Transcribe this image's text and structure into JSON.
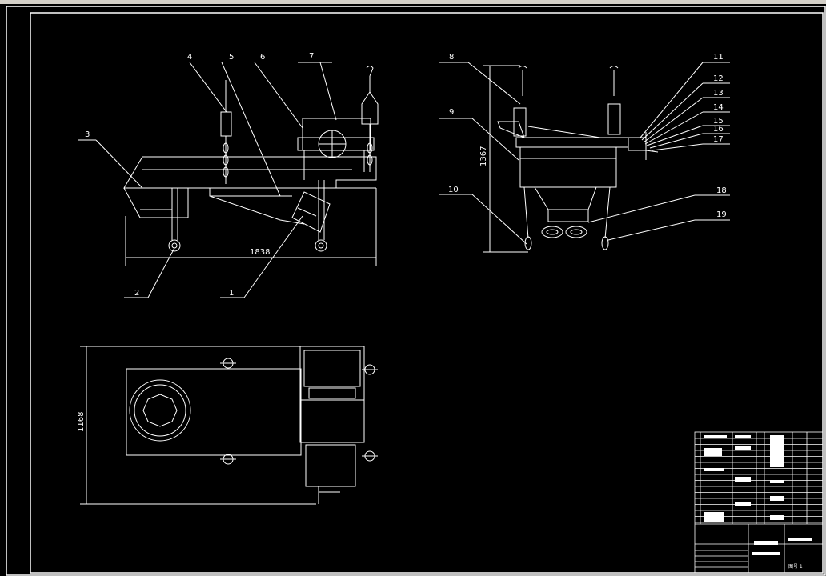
{
  "drawing": {
    "colors": {
      "background": "#000000",
      "line": "#ffffff",
      "chrome": "#d4d0c8"
    },
    "dimensions": {
      "front_length": "1838",
      "side_height": "1367",
      "plan_width": "1168"
    },
    "callouts": [
      "1",
      "2",
      "3",
      "4",
      "5",
      "6",
      "7",
      "8",
      "9",
      "10",
      "11",
      "12",
      "13",
      "14",
      "15",
      "16",
      "17",
      "18",
      "19"
    ],
    "sheet_label": "图号 1"
  }
}
